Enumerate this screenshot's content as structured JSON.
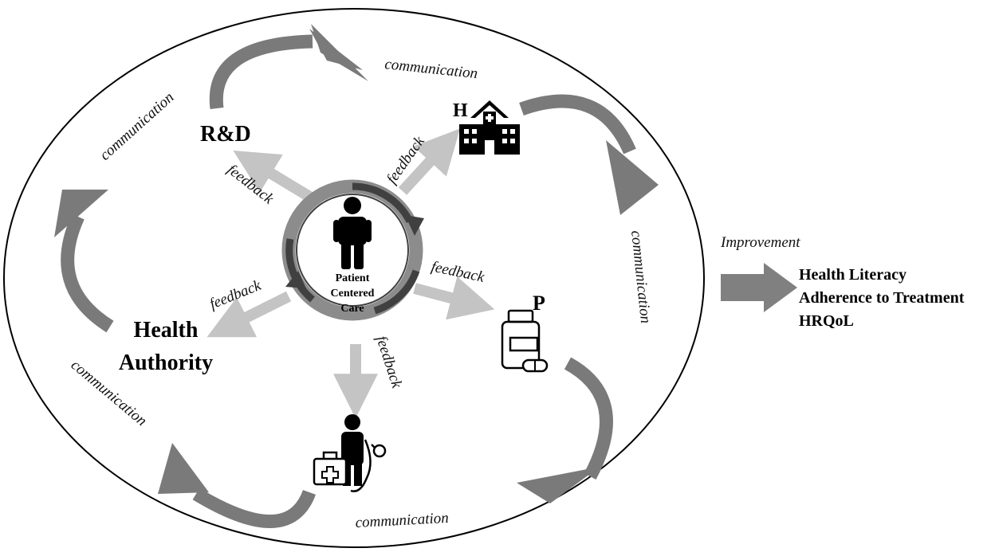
{
  "center": {
    "label_line1": "Patient",
    "label_line2": "Centered",
    "label_line3": "Care"
  },
  "nodes": {
    "rnd": "R&D",
    "hospital": "H",
    "pharmacy": "P",
    "authority_line1": "Health",
    "authority_line2": "Authority"
  },
  "labels": {
    "communication": "communication",
    "feedback": "feedback"
  },
  "outcome": {
    "arrow_label": "Improvement",
    "items": [
      "Health Literacy",
      "Adherence to Treatment",
      "HRQoL"
    ]
  },
  "colors": {
    "outline": "#000000",
    "curve_arrow": "#7a7a7a",
    "feedback_arrow": "#c4c4c4",
    "ring": "#8c8c8c",
    "ring_dark": "#404040",
    "improvement_arrow": "#808080"
  }
}
